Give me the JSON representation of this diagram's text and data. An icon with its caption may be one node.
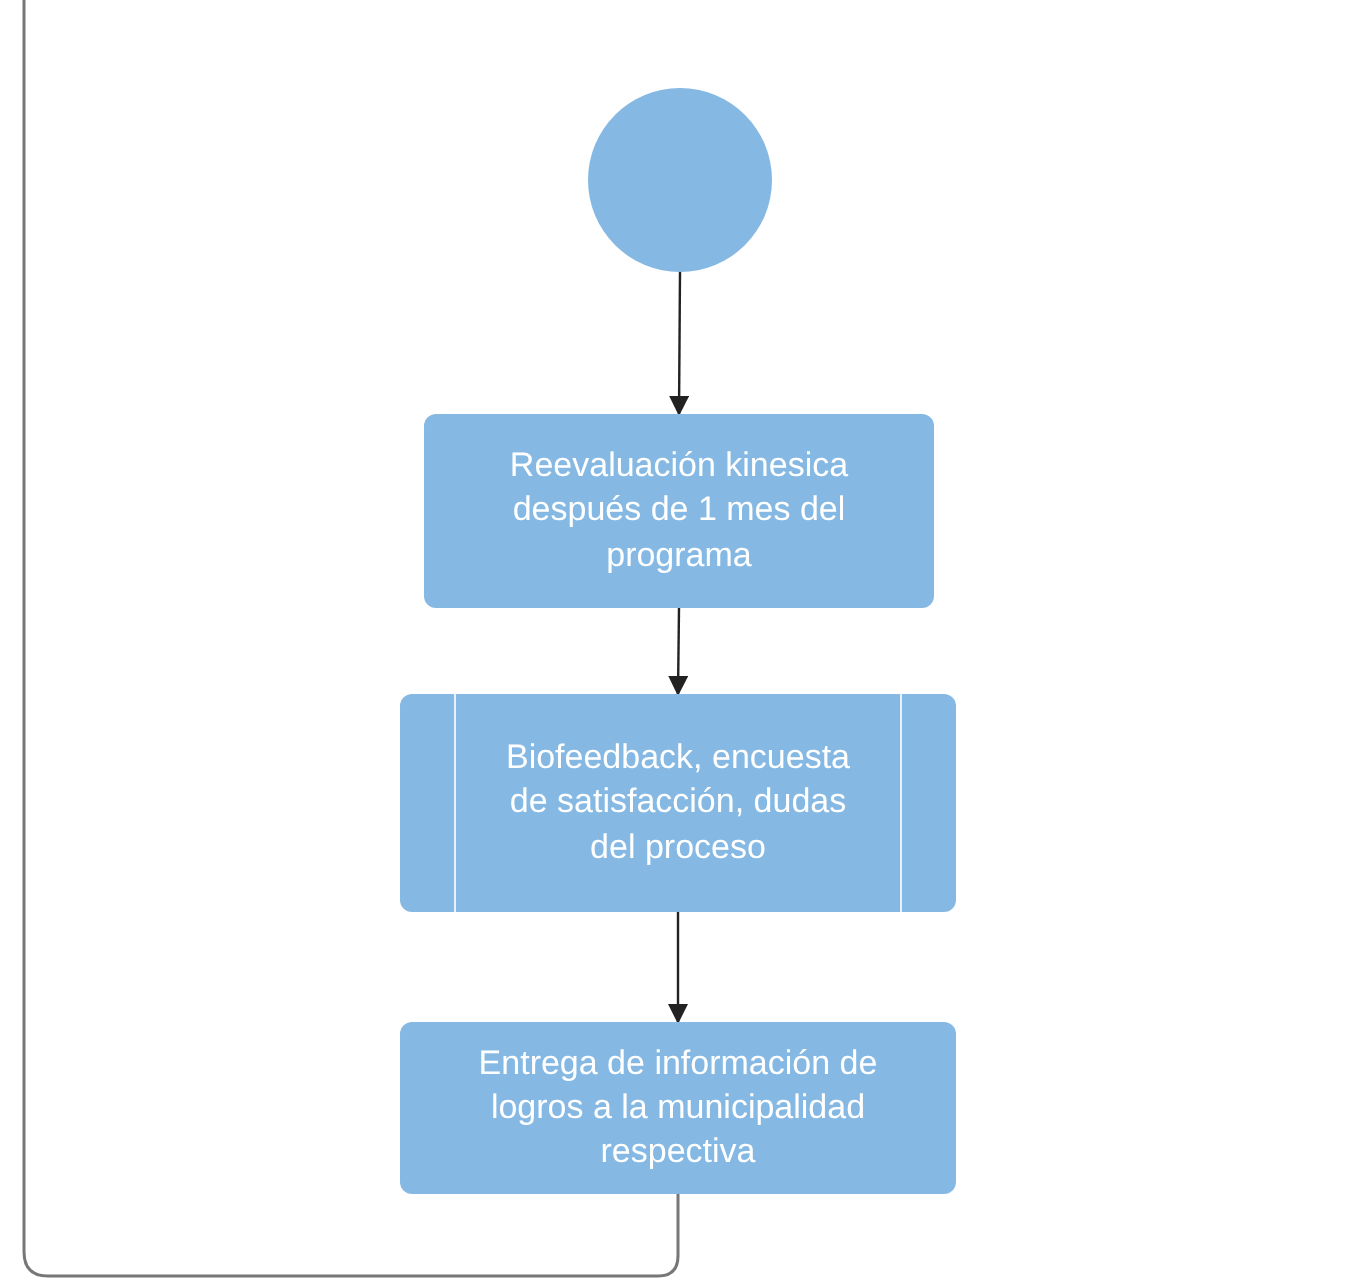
{
  "diagram": {
    "nodes": [
      {
        "text": [],
        "shape": "circle"
      },
      {
        "text": [
          "Reevaluación kinesica después de 1 mes del programa"
        ]
      },
      {
        "text": [
          "Biofeedback, encuesta de satisfacción, dudas del proceso"
        ]
      },
      {
        "text": [
          "Entrega de información de logros a la municipalidad respectiva"
        ]
      }
    ],
    "edges": [
      {
        "from": 0,
        "to": 1,
        "arrow": "to"
      },
      {
        "from": 1,
        "to": 2,
        "arrow": "to"
      },
      {
        "from": 2,
        "to": 3,
        "arrow": "to"
      },
      {
        "from": 3,
        "to": null,
        "arrow": "none"
      }
    ]
  }
}
